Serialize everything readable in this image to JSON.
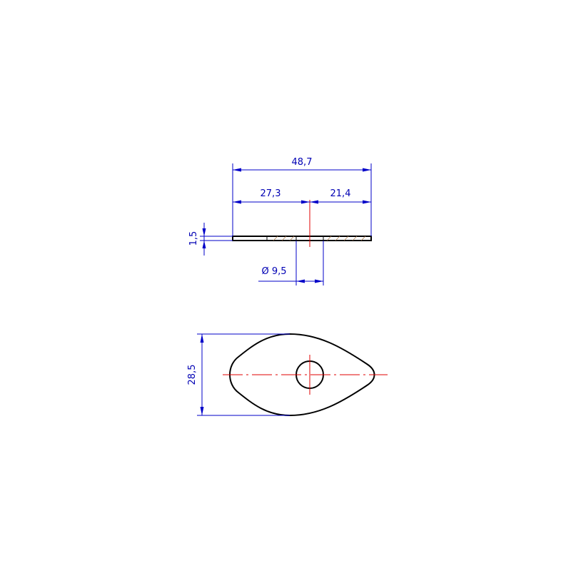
{
  "drawing": {
    "dimensions": {
      "overall_length": "48,7",
      "left_length": "27,3",
      "right_length": "21,4",
      "thickness": "1,5",
      "hole_diameter": "Ø 9,5",
      "width": "28,5"
    },
    "colors": {
      "dimension": "#0000c8",
      "outline": "#000000",
      "centerline": "#e00000"
    }
  }
}
